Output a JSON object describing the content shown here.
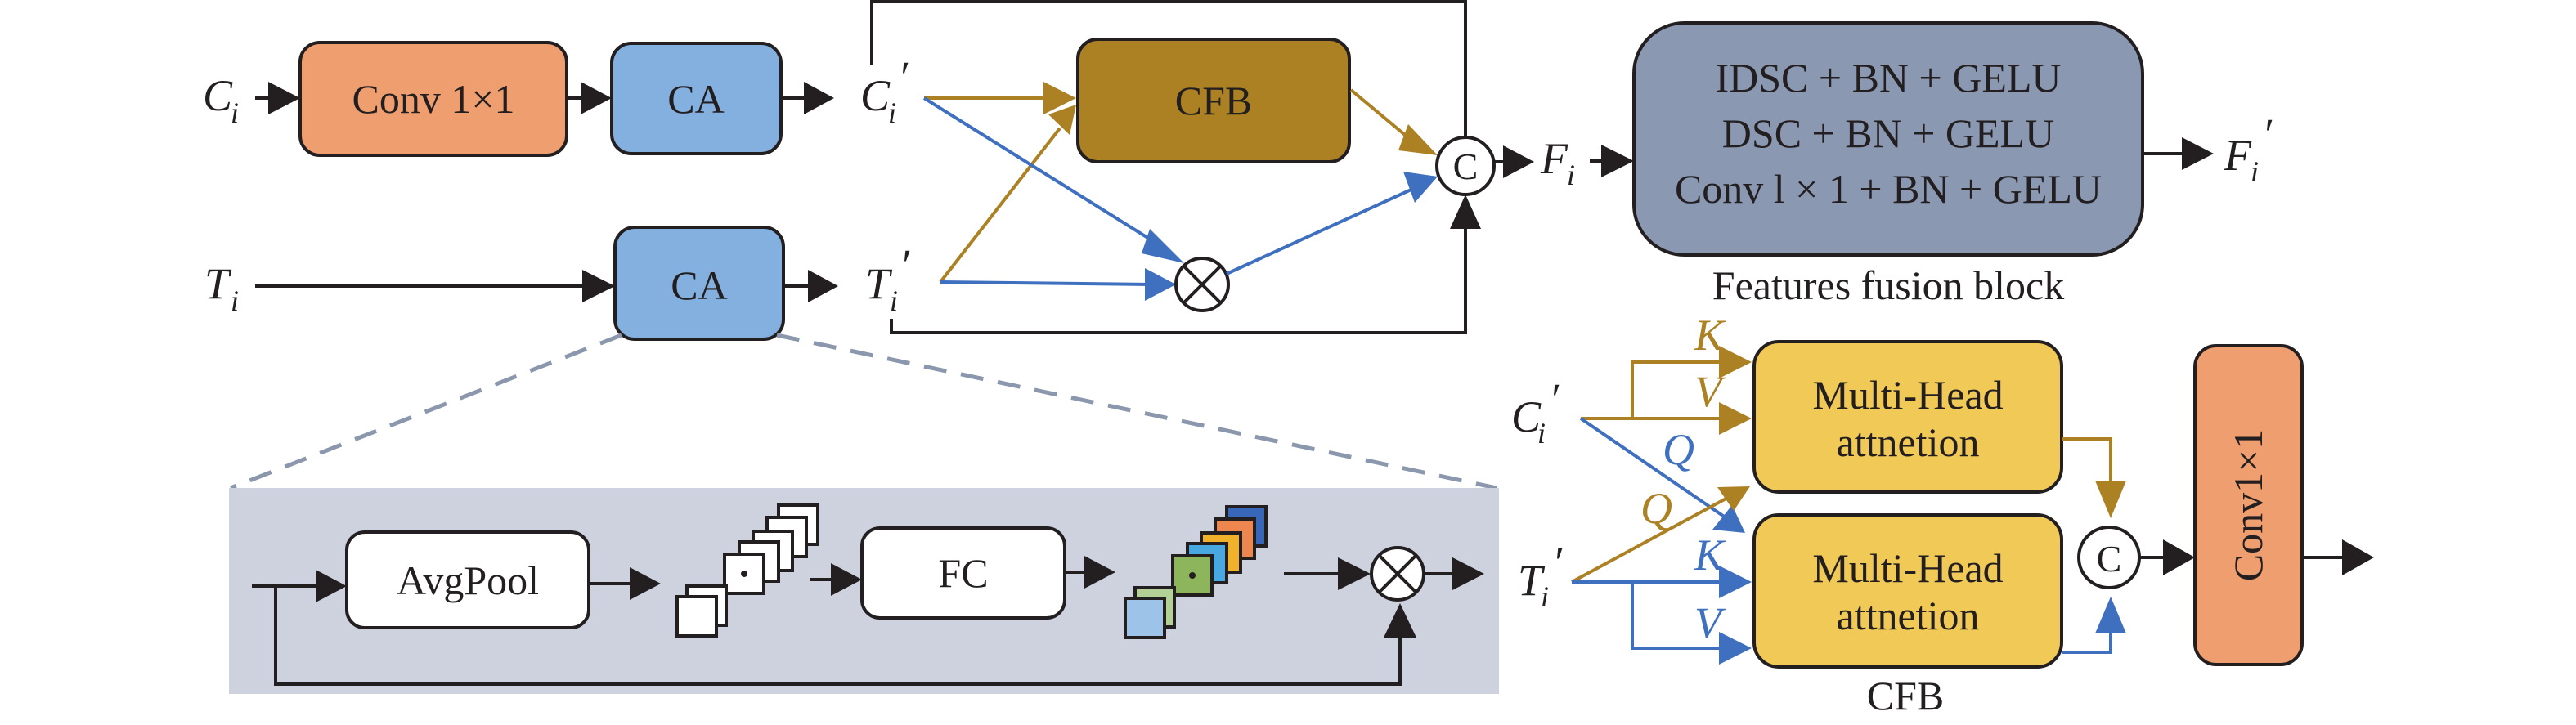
{
  "colors": {
    "ink": "#231f20",
    "conv": "#ee9e6f",
    "ca": "#84b0e0",
    "cfb_block": "#ab8124",
    "ffb": "#8a98b2",
    "mha": "#f1c957",
    "panel": "#cdd2de",
    "gold_arrow": "#ab8124",
    "blue_arrow": "#3f6fbf",
    "dashed": "#8a97ad",
    "stack_colored": [
      "#9ec3e8",
      "#b3d197",
      "#8cb55c",
      "#4aa8e0",
      "#f2b12a",
      "#ee8650",
      "#3866b8"
    ]
  },
  "top_path": {
    "input_c": {
      "base": "C",
      "sub": "i",
      "prime": false
    },
    "conv_label": "Conv 1×1",
    "ca_top_label": "CA",
    "c_prime": {
      "base": "C",
      "sub": "i",
      "prime": true
    },
    "input_t": {
      "base": "T",
      "sub": "i",
      "prime": false
    },
    "ca_bottom_label": "CA",
    "t_prime": {
      "base": "T",
      "sub": "i",
      "prime": true
    },
    "cfb_label": "CFB",
    "multiply_symbol": "⊗",
    "concat_label": "C",
    "f_out": {
      "base": "F",
      "sub": "i",
      "prime": false
    }
  },
  "features_fusion_block": {
    "lines": [
      "IDSC + BN + GELU",
      "DSC + BN + GELU",
      "Conv l × 1 + BN + GELU"
    ],
    "caption": "Features fusion block",
    "output": {
      "base": "F",
      "sub": "i",
      "prime": true
    }
  },
  "ca_detail": {
    "avgpool_label": "AvgPool",
    "fc_label": "FC",
    "pooled_stack_count": 7,
    "weighted_stack_count": 7
  },
  "cfb_detail": {
    "c_prime": {
      "base": "C",
      "sub": "i",
      "prime": true
    },
    "t_prime": {
      "base": "T",
      "sub": "i",
      "prime": true
    },
    "top_k": "K",
    "top_v": "V",
    "cross_q_blue": "Q",
    "cross_q_gold": "Q",
    "bottom_k": "K",
    "bottom_v": "V",
    "mha_line1": "Multi-Head",
    "mha_line2": "attnetion",
    "concat_label": "C",
    "conv_label": "Conv1×1",
    "caption": "CFB"
  }
}
